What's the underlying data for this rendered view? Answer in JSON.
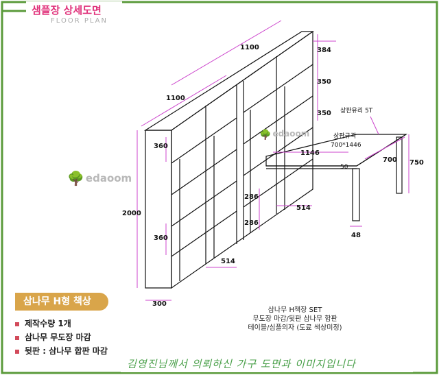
{
  "header": {
    "title": "샘플장 상세도면",
    "subtitle": "FLOOR PLAN"
  },
  "dimensions": {
    "top_width": "1100",
    "side_depth": "1100",
    "shelf_top": "384",
    "shelf_mid1": "350",
    "shelf_mid2": "350",
    "height": "2000",
    "spacing_upper": "360",
    "spacing_lower": "360",
    "depth": "300",
    "inner_width_front": "514",
    "inner_width_back": "514",
    "inner_height_1": "286",
    "inner_height_2": "286",
    "table_length": "1146",
    "table_depth": "700",
    "table_height": "750",
    "table_small": "50",
    "leg_width": "48"
  },
  "labels": {
    "glass": "상판유리 5T",
    "table_spec_title": "상판규격",
    "table_spec_size": "700*1446"
  },
  "watermarks": {
    "brand": "edaoom",
    "brand_small": "edaoom"
  },
  "product": {
    "badge": "삼나무 H형 책상",
    "specs": [
      "제작수량  1개",
      "삼나무 무도장 마감",
      "뒷판 : 삼나무 합판 마감"
    ]
  },
  "set_note": [
    "삼나무 H책장 SET",
    "무도장 마감/뒷판 삼나무 합판",
    "테이블/심플의자 (도료 색상미정)"
  ],
  "footer": "김영진님께서 의뢰하신 가구 도면과 이미지입니다",
  "colors": {
    "frame": "#5a9a3a",
    "accent": "#e0317a",
    "dimension": "#cc44cc",
    "badge": "#d9a54a"
  }
}
